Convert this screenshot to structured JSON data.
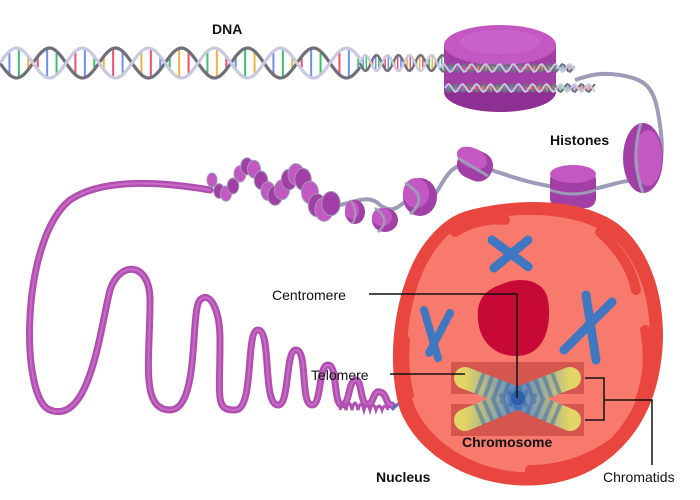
{
  "title": "DNA to Chromosome Packaging",
  "labels": {
    "dna": "DNA",
    "histones": "Histones",
    "centromere": "Centromere",
    "telomere": "Telomere",
    "chromosome": "Chromosome",
    "nucleus": "Nucleus",
    "chromatids": "Chromatids"
  },
  "colors": {
    "chromatin": "#b04fb0",
    "histone": "#a23fa6",
    "histone_top": "#c458c2",
    "dna_backbone_dark": "#6f6f7a",
    "dna_backbone_light": "#c9c9e0",
    "base_red": "#ee4f6e",
    "base_blue": "#6f8ff0",
    "base_green": "#3fc06a",
    "base_orange": "#f4b040",
    "nucleus_fill": "#f87a6d",
    "nucleus_rim": "#e8463f",
    "nucleolus": "#c70a35",
    "chromosome_blue": "#3f77c0",
    "telomere_yellow": "#d9d36a"
  }
}
